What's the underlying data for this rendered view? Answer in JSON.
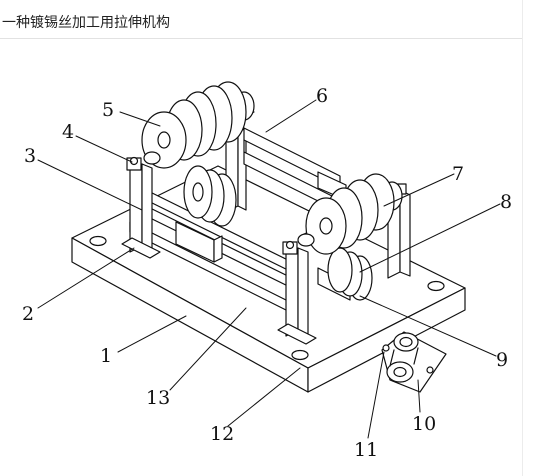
{
  "title": "一种镀锡丝加工用拉伸机构",
  "labels": {
    "l1": "1",
    "l2": "2",
    "l3": "3",
    "l4": "4",
    "l5": "5",
    "l6": "6",
    "l7": "7",
    "l8": "8",
    "l9": "9",
    "l10": "10",
    "l11": "11",
    "l12": "12",
    "l13": "13"
  }
}
